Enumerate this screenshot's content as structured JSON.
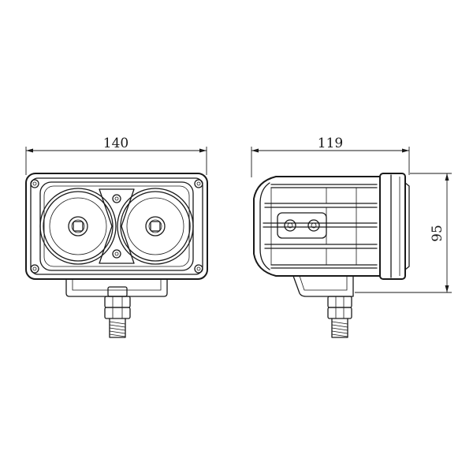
{
  "dimensions": {
    "width": "140",
    "depth": "119",
    "height": "95"
  },
  "colors": {
    "background": "#ffffff",
    "line": "#1a1a1a"
  }
}
